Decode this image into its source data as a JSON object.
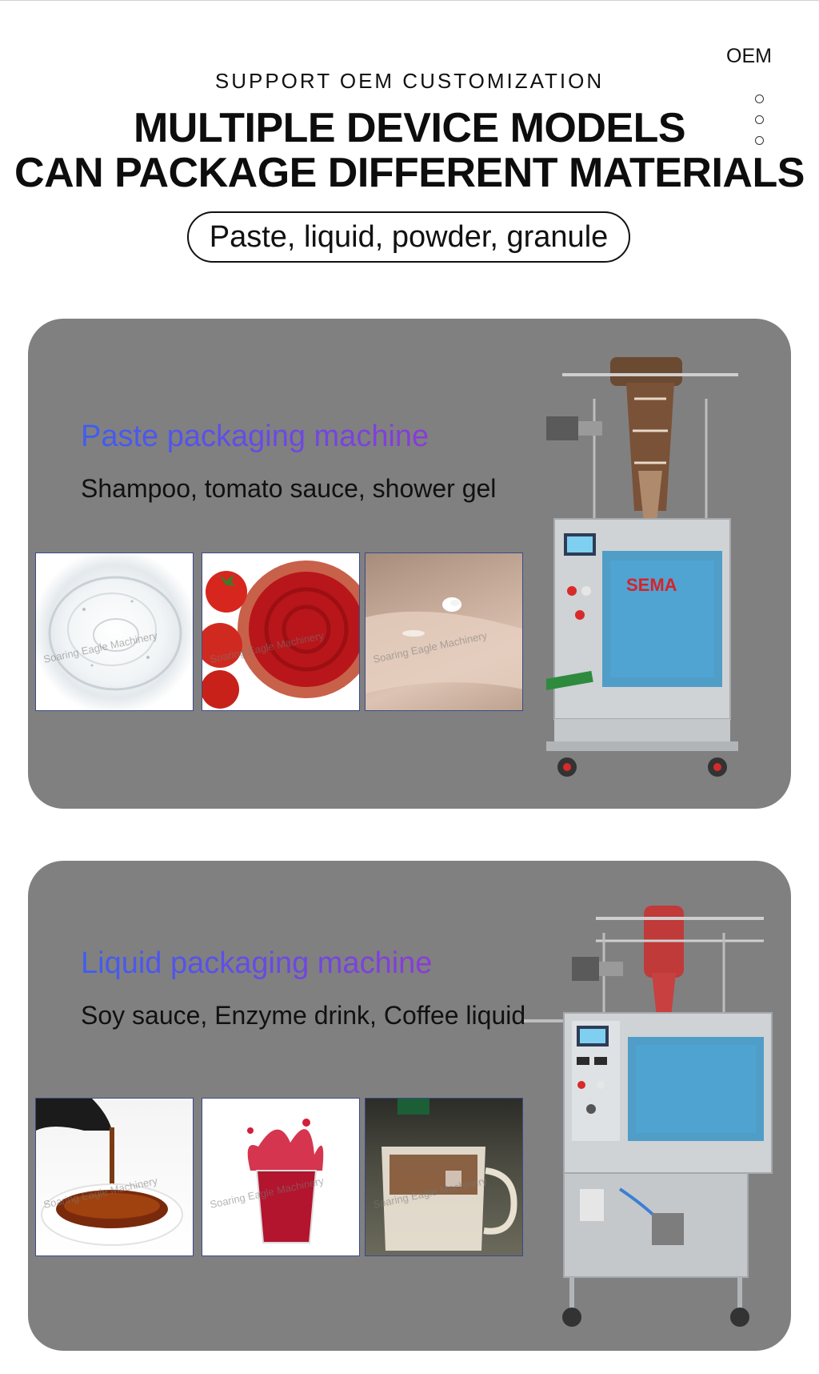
{
  "header": {
    "oem_label": "OEM",
    "eyebrow": "SUPPORT OEM CUSTOMIZATION",
    "headline_line1": "MULTIPLE DEVICE MODELS",
    "headline_line2": "CAN PACKAGE DIFFERENT MATERIALS",
    "pill": "Paste, liquid, powder, granule"
  },
  "sections": [
    {
      "title": "Paste packaging machine",
      "subtitle": "Shampoo, tomato sauce, shower gel",
      "watermark": "Soaring Eagle Machinery",
      "machine_badge": "SEMA",
      "photos": [
        "shampoo-gel-photo",
        "tomato-sauce-photo",
        "shower-gel-photo"
      ]
    },
    {
      "title": "Liquid packaging machine",
      "subtitle": "Soy sauce, Enzyme drink, Coffee liquid",
      "watermark": "Soaring Eagle Machinery",
      "photos": [
        "soy-sauce-photo",
        "enzyme-drink-photo",
        "coffee-liquid-photo"
      ]
    }
  ],
  "colors": {
    "panel_bg": "#808080",
    "title_gradient_start": "#3f5df2",
    "title_gradient_end": "#8a3bd8"
  }
}
